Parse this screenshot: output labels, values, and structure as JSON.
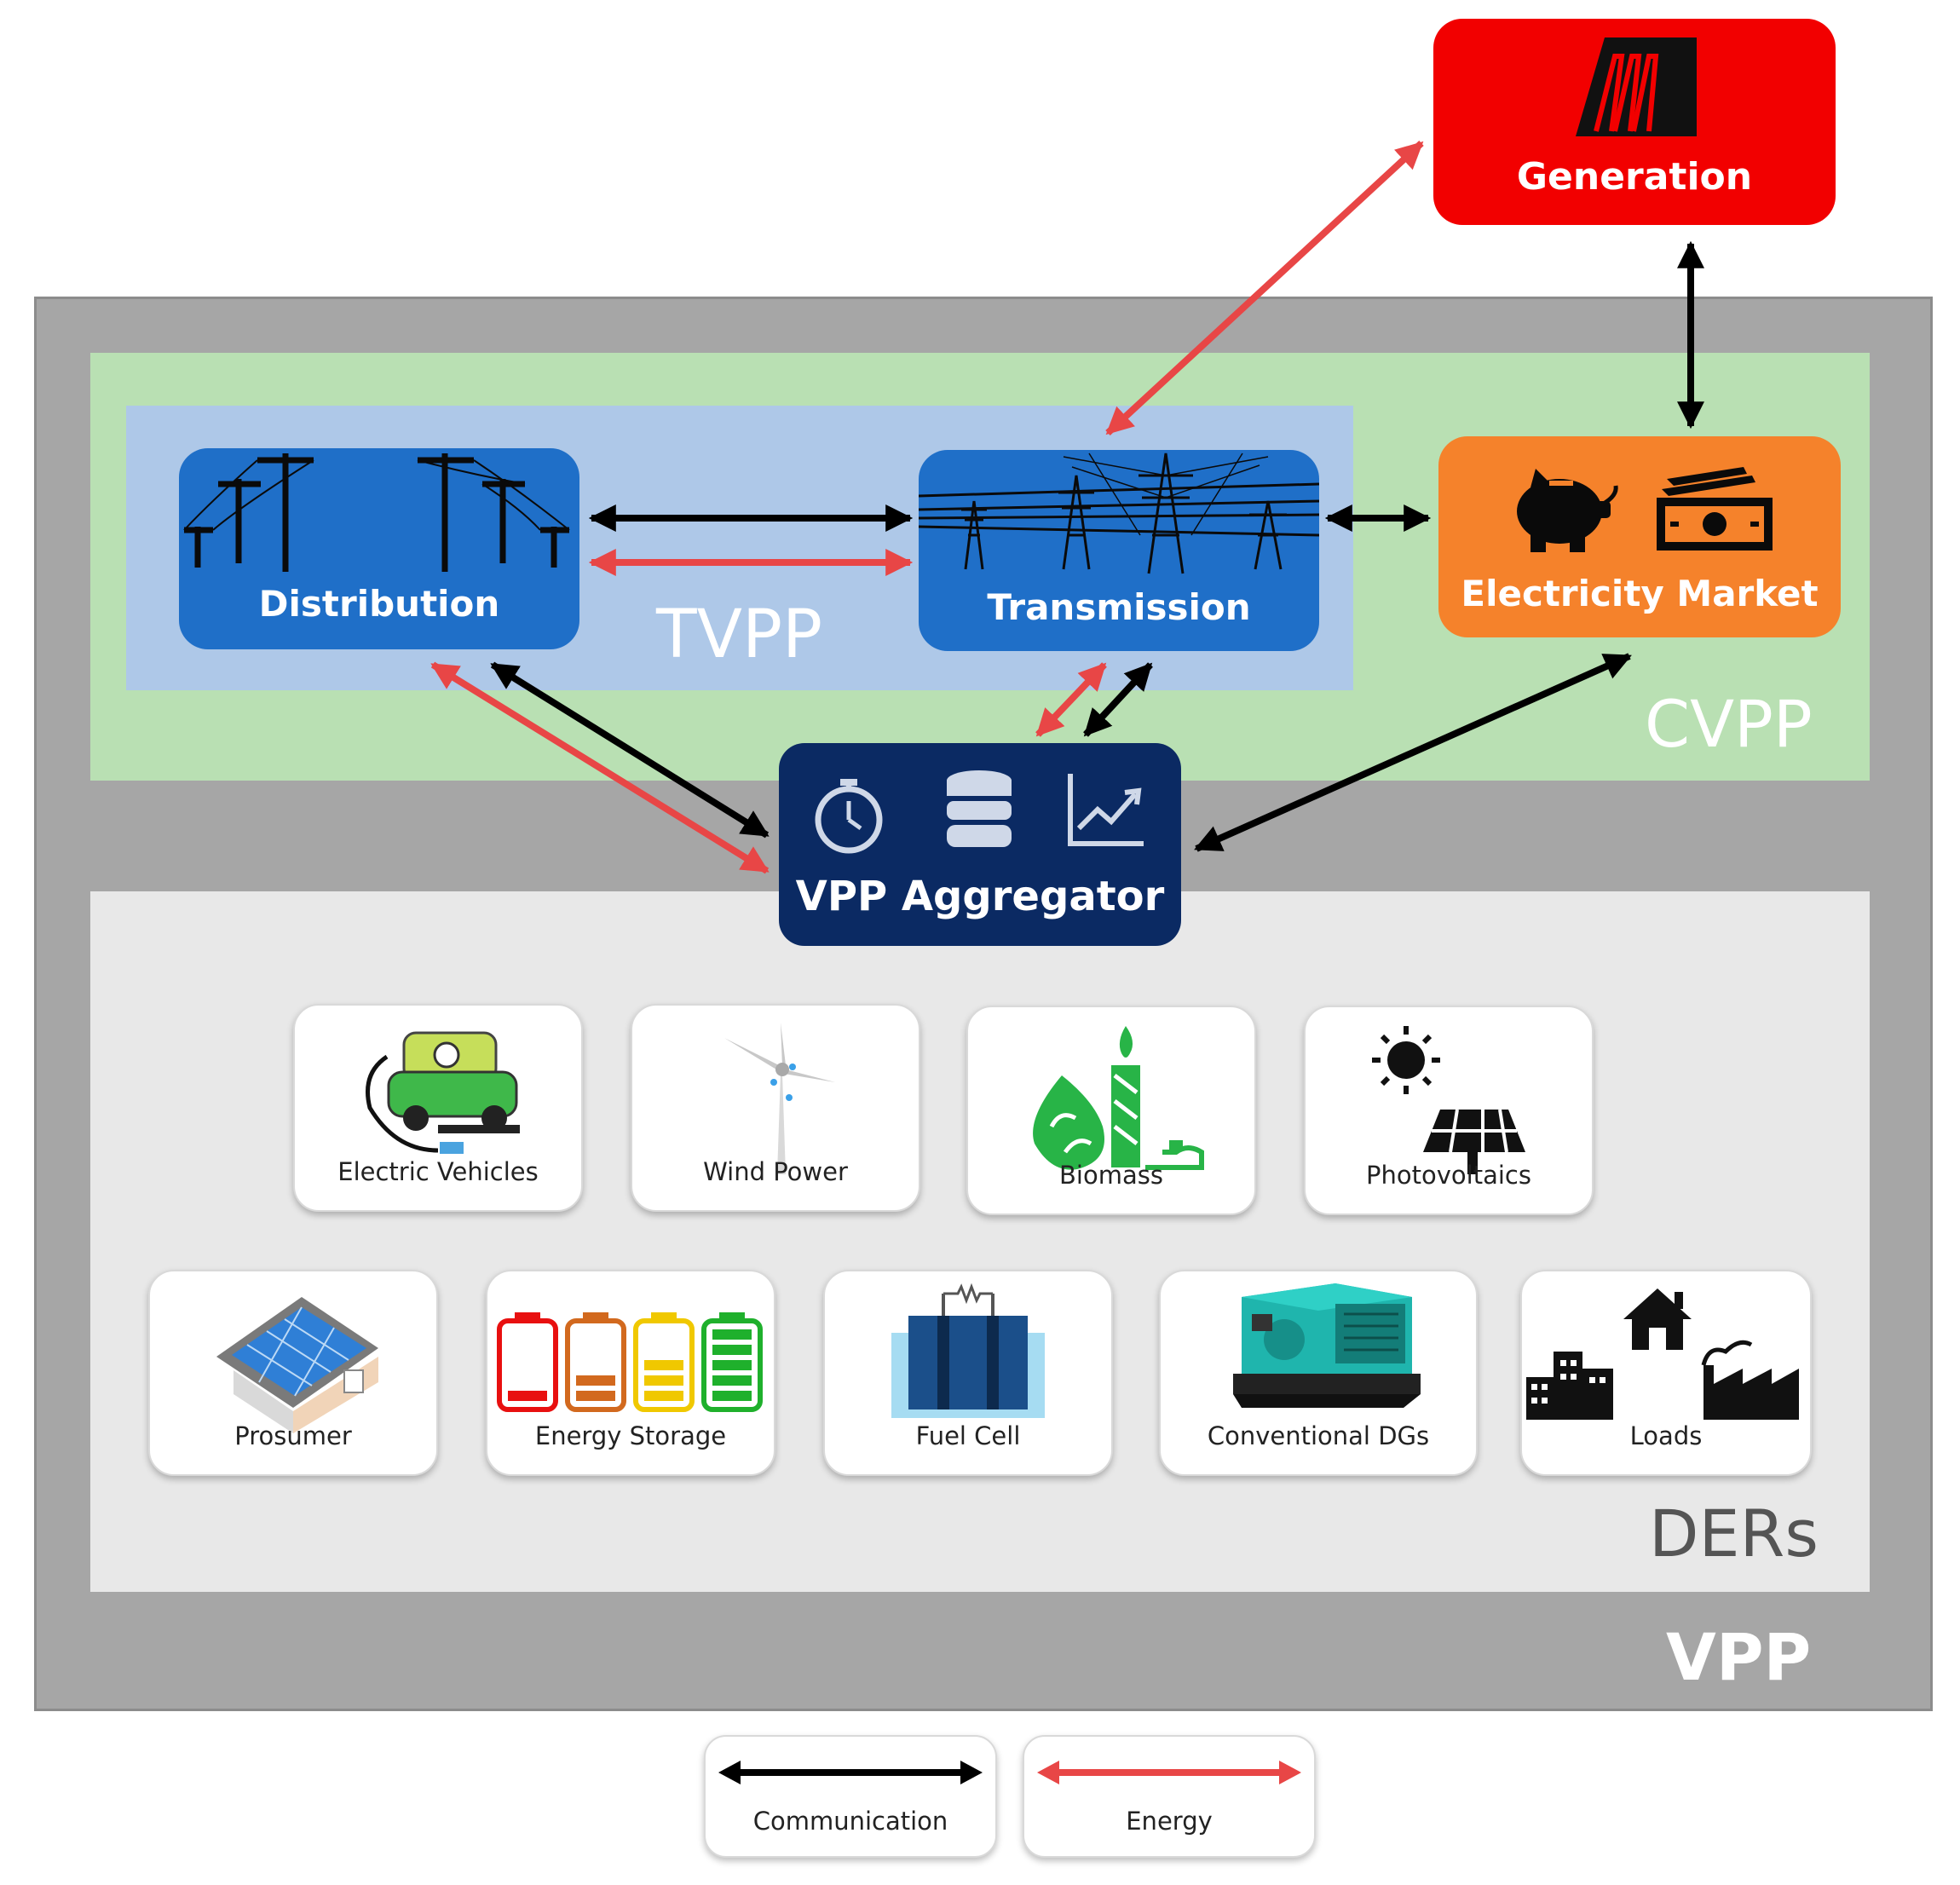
{
  "regions": {
    "vpp": {
      "label": "VPP"
    },
    "cvpp": {
      "label": "CVPP"
    },
    "tvpp": {
      "label": "TVPP"
    },
    "ders": {
      "label": "DERs"
    }
  },
  "nodes": {
    "generation": {
      "label": "Generation"
    },
    "distribution": {
      "label": "Distribution"
    },
    "transmission": {
      "label": "Transmission"
    },
    "electricity_market": {
      "label": "Electricity Market"
    },
    "vpp_aggregator": {
      "label": "VPP Aggregator"
    }
  },
  "ders": [
    {
      "label": "Electric Vehicles"
    },
    {
      "label": "Wind Power"
    },
    {
      "label": "Biomass"
    },
    {
      "label": "Photovoltaics"
    },
    {
      "label": "Prosumer"
    },
    {
      "label": "Energy Storage"
    },
    {
      "label": "Fuel Cell"
    },
    {
      "label": "Conventional DGs"
    },
    {
      "label": "Loads"
    }
  ],
  "legend": {
    "communication": "Communication",
    "energy": "Energy"
  },
  "colors": {
    "vpp_bg": "#a6a6a6",
    "cvpp_bg": "#b9e0b3",
    "tvpp_bg": "#aec8e8",
    "ders_bg": "#e8e8e8",
    "generation": "#f20000",
    "grid_node": "#1f6fc8",
    "market": "#f5822b",
    "aggregator": "#0b2a63",
    "communication_arrow": "#000000",
    "energy_arrow": "#e84646"
  }
}
